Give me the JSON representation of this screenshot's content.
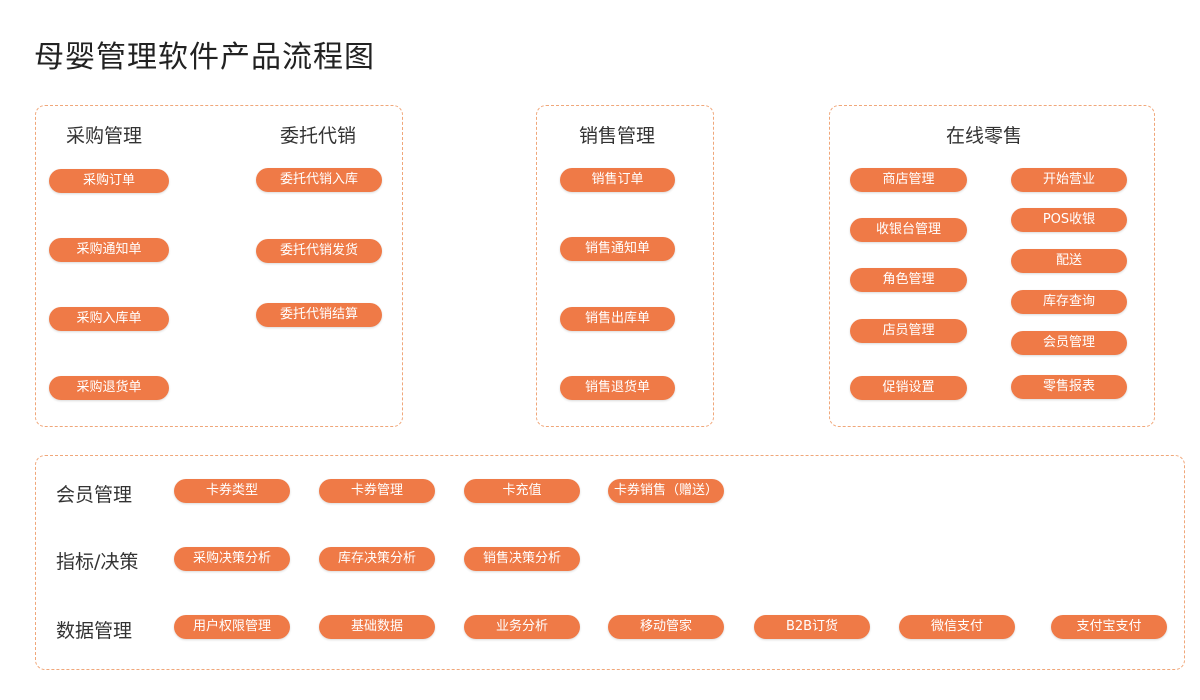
{
  "title": "母婴管理软件产品流程图",
  "panel_purchase": {
    "purchase_header": "采购管理",
    "consign_header": "委托代销",
    "purchase_items": [
      "采购订单",
      "采购通知单",
      "采购入库单",
      "采购退货单"
    ],
    "consign_items": [
      "委托代销入库",
      "委托代销发货",
      "委托代销结算"
    ]
  },
  "panel_sales": {
    "header": "销售管理",
    "items": [
      "销售订单",
      "销售通知单",
      "销售出库单",
      "销售退货单"
    ]
  },
  "panel_retail": {
    "header": "在线零售",
    "left_items": [
      "商店管理",
      "收银台管理",
      "角色管理",
      "店员管理",
      "促销设置"
    ],
    "right_items": [
      "开始营业",
      "POS收银",
      "配送",
      "库存查询",
      "会员管理",
      "零售报表"
    ]
  },
  "panel_bottom": {
    "rows": [
      {
        "label": "会员管理",
        "items": [
          "卡券类型",
          "卡券管理",
          "卡充值",
          "卡券销售（赠送）"
        ]
      },
      {
        "label": "指标/决策",
        "items": [
          "采购决策分析",
          "库存决策分析",
          "销售决策分析"
        ]
      },
      {
        "label": "数据管理",
        "items": [
          "用户权限管理",
          "基础数据",
          "业务分析",
          "移动管家",
          "B2B订货",
          "微信支付",
          "支付宝支付"
        ]
      }
    ]
  },
  "colors": {
    "pill": "#ef7a47",
    "border": "#f0a77a",
    "text": "#333333"
  }
}
